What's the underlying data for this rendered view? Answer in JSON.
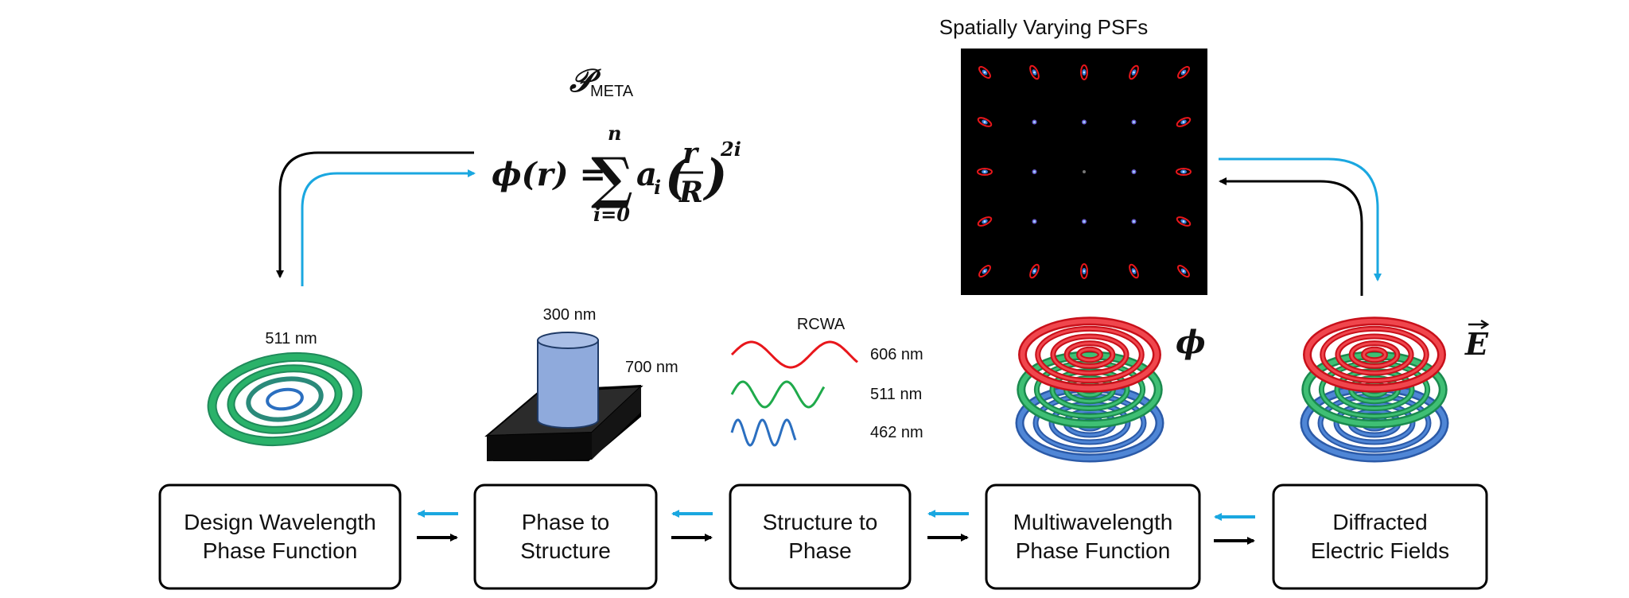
{
  "operator": {
    "script": "𝒫",
    "subscript": "META"
  },
  "equation": {
    "lhs": "ϕ(r) =",
    "sum_symbol": "∑",
    "sum_upper": "n",
    "sum_lower": "i=0",
    "coef": "a",
    "coef_sub": "i",
    "frac_num": "r",
    "frac_den": "R",
    "exponent": "2i"
  },
  "psf_title": "Spatially Varying PSFs",
  "panels": {
    "design_wavelength": "511 nm",
    "pillar_height": "300 nm",
    "pillar_width": "700 nm",
    "rcwa_title": "RCWA",
    "wavelengths": [
      "606 nm",
      "511 nm",
      "462 nm"
    ],
    "phi_symbol": "ϕ",
    "efield_symbol": "E"
  },
  "boxes": [
    {
      "line1": "Design Wavelength",
      "line2": "Phase Function"
    },
    {
      "line1": "Phase to",
      "line2": "Structure"
    },
    {
      "line1": "Structure to",
      "line2": "Phase"
    },
    {
      "line1": "Multiwavelength",
      "line2": "Phase Function"
    },
    {
      "line1": "Diffracted",
      "line2": "Electric Fields"
    }
  ],
  "colors": {
    "blue_arrow": "#1aa7e0",
    "black_arrow": "#000000",
    "red": "#e8161b",
    "green": "#1faa4b",
    "blue": "#2b6fc0",
    "pillar": "#8faadc",
    "substrate": "#262626"
  }
}
